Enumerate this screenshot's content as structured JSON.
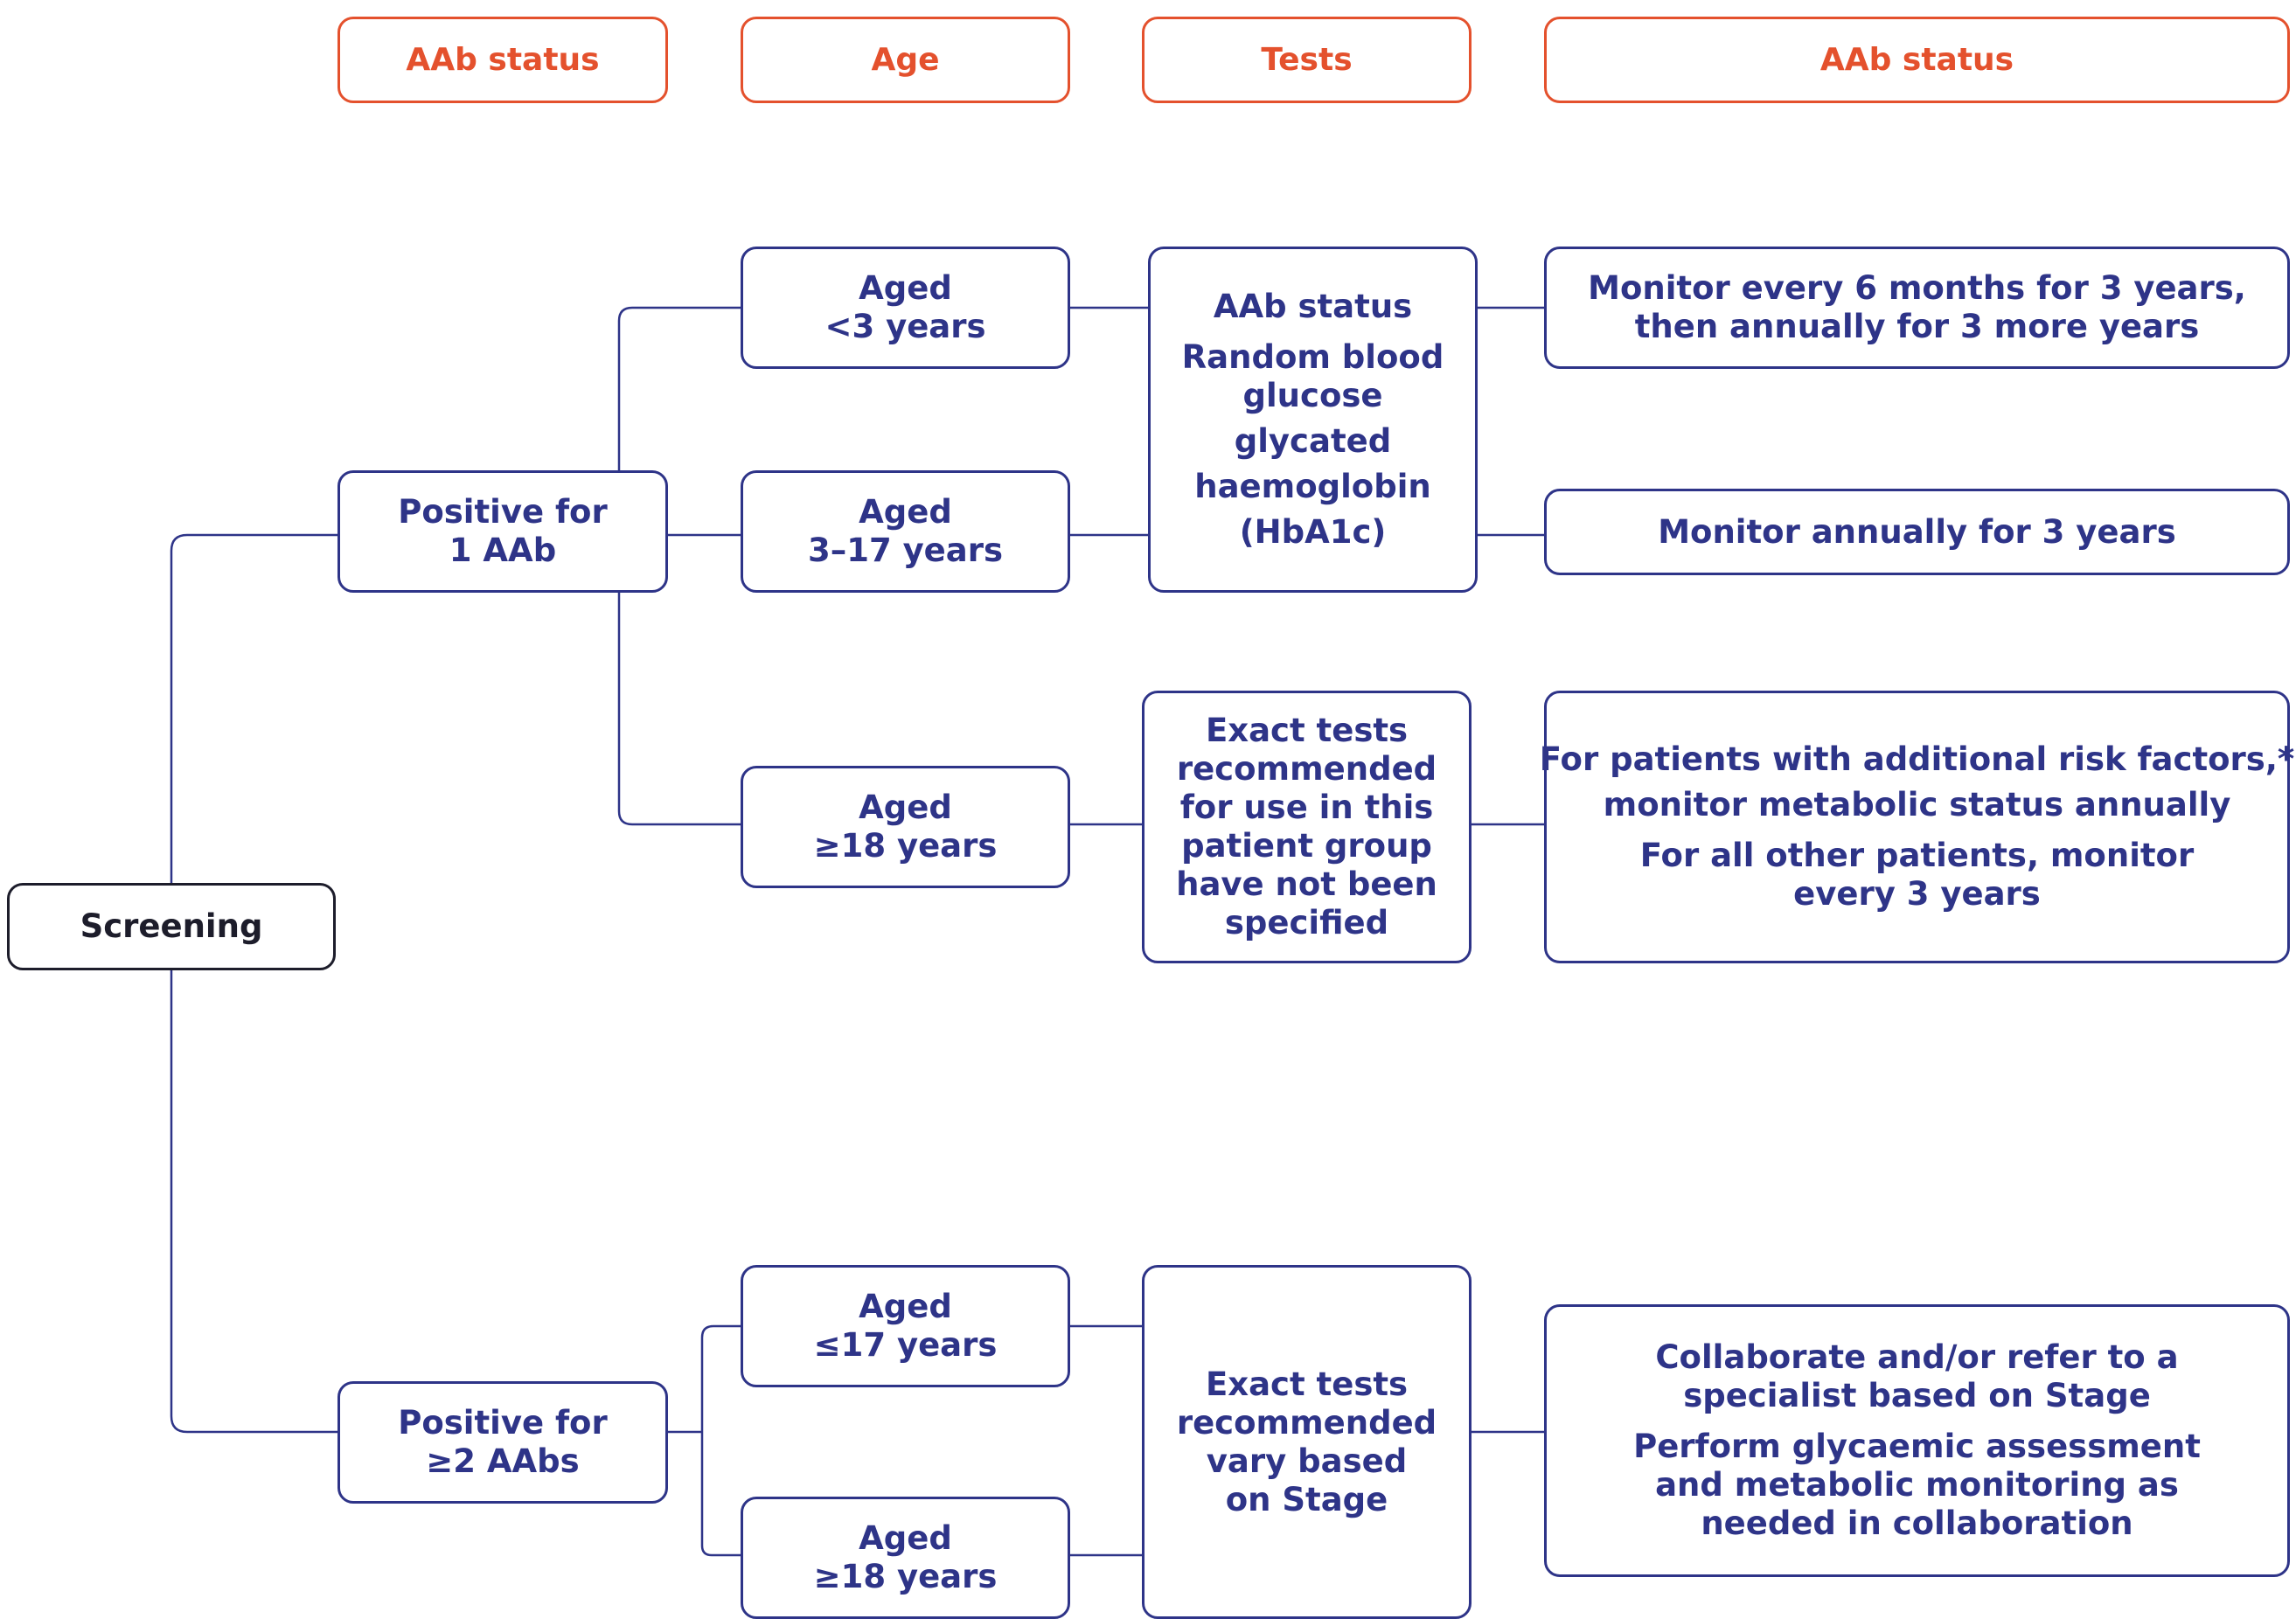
{
  "headers": [
    "AAb status",
    "Age",
    "Tests",
    "AAb status"
  ],
  "screening": "Screening",
  "group1": {
    "label": [
      "Positive for",
      "1 AAb"
    ],
    "ages": [
      [
        "Aged",
        "<3 years"
      ],
      [
        "Aged",
        "3–17 years"
      ],
      [
        "Aged",
        "≥18 years"
      ]
    ],
    "tests_a": [
      "AAb status",
      "Random blood",
      "glucose",
      "glycated",
      "haemoglobin",
      "(HbA1c)"
    ],
    "tests_b": [
      "Exact tests",
      "recommended",
      "for use in this",
      "patient group",
      "have not been",
      "specified"
    ],
    "monitor_1": [
      "Monitor every 6 months for 3 years,",
      "then annually for 3 more years"
    ],
    "monitor_2": [
      "Monitor annually for 3 years"
    ],
    "monitor_3": [
      "For patients with additional risk factors,*",
      "monitor metabolic status annually",
      "For all other patients, monitor",
      "every 3 years"
    ]
  },
  "group2": {
    "label": [
      "Positive for",
      "≥2 AAbs"
    ],
    "ages": [
      [
        "Aged",
        "≤17 years"
      ],
      [
        "Aged",
        "≥18 years"
      ]
    ],
    "tests": [
      "Exact tests",
      "recommended",
      "vary based",
      "on Stage"
    ],
    "monitor": [
      "Collaborate and/or refer to a",
      "specialist based on Stage",
      "Perform glycaemic assessment",
      "and metabolic monitoring as",
      "needed in collaboration"
    ]
  }
}
